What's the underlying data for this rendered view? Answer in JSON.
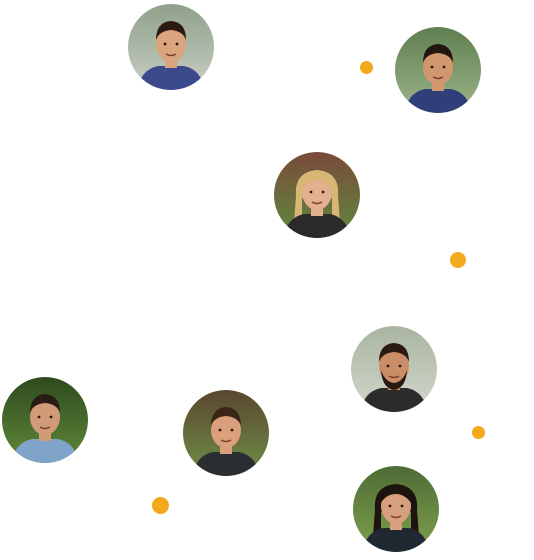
{
  "accent_color": "#F2A91C",
  "team_members": [
    {
      "name_tag": "team-member-1",
      "skin": "#D9A47E",
      "hair": "#2B1A12",
      "shirt": "#3A4A8C",
      "bg_top": "#8FA08A",
      "bg_bottom": "#C9CFC4",
      "hair_long": false,
      "beard": false
    },
    {
      "name_tag": "team-member-2",
      "skin": "#D1976F",
      "hair": "#23160F",
      "shirt": "#2F3F7A",
      "bg_top": "#5F7F50",
      "bg_bottom": "#9DB58A",
      "hair_long": false,
      "beard": false
    },
    {
      "name_tag": "team-member-3",
      "skin": "#E2B08E",
      "hair": "#D8B675",
      "shirt": "#2A2A2A",
      "bg_top": "#7A4A3A",
      "bg_bottom": "#5E8A3E",
      "hair_long": true,
      "beard": false
    },
    {
      "name_tag": "team-member-4",
      "skin": "#C98E68",
      "hair": "#2A1A12",
      "shirt": "#2B2B2B",
      "bg_top": "#A9B5A0",
      "bg_bottom": "#D3D8CD",
      "hair_long": false,
      "beard": true
    },
    {
      "name_tag": "team-member-5",
      "skin": "#D29B77",
      "hair": "#2A1C14",
      "shirt": "#7FA3C9",
      "bg_top": "#2F4A1E",
      "bg_bottom": "#5E8A3A",
      "hair_long": false,
      "beard": false
    },
    {
      "name_tag": "team-member-6",
      "skin": "#D9A07B",
      "hair": "#3A2518",
      "shirt": "#2A2E33",
      "bg_top": "#5A4630",
      "bg_bottom": "#6E8F45",
      "hair_long": false,
      "beard": false
    },
    {
      "name_tag": "team-member-7",
      "skin": "#D6A07C",
      "hair": "#1E140F",
      "shirt": "#1F2730",
      "bg_top": "#4E6B35",
      "bg_bottom": "#7FA04F",
      "hair_long": true,
      "beard": false
    }
  ]
}
